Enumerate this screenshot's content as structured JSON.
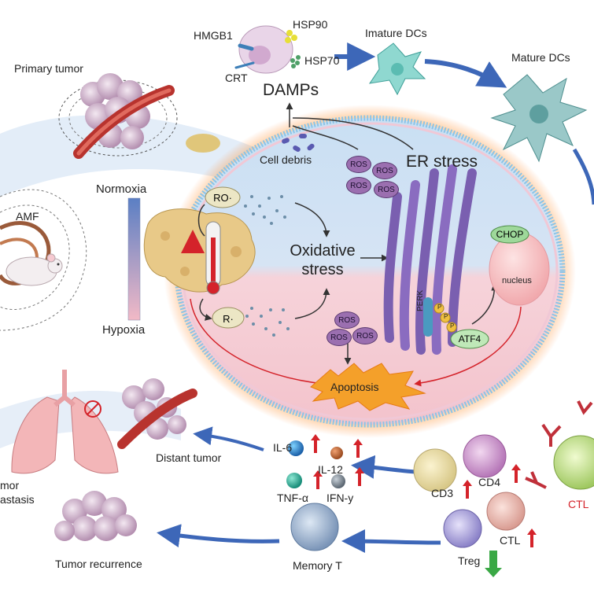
{
  "labels": {
    "primary_tumor": "Primary tumor",
    "amf": "AMF",
    "normoxia": "Normoxia",
    "hypoxia": "Hypoxia",
    "hmgb1": "HMGB1",
    "hsp90": "HSP90",
    "hsp70": "HSP70",
    "crt": "CRT",
    "damps": "DAMPs",
    "cell_debris": "Cell debris",
    "ros": "ROS",
    "er_stress": "ER stress",
    "immature_dcs": "Imature DCs",
    "mature_dcs": "Mature DCs",
    "ro_radical": "RO·",
    "r_radical": "R·",
    "oxidative_stress_line1": "Oxidative",
    "oxidative_stress_line2": "stress",
    "chop": "CHOP",
    "nucleus": "nucleus",
    "perk": "PERK",
    "atf4": "ATF4",
    "p": "P",
    "apoptosis": "Apoptosis",
    "distant_tumor": "Distant tumor",
    "tumor_metastasis_line1": "mor",
    "tumor_metastasis_line2": "astasis",
    "il6": "IL-6",
    "il12": "IL-12",
    "tnfa": "TNF-α",
    "ifny": "IFN-y",
    "cd3": "CD3",
    "cd4": "CD4",
    "ctl": "CTL",
    "ctl_right": "CTL",
    "treg": "Treg",
    "memory_t": "Memory T",
    "tumor_recurrence": "Tumor recurrence"
  },
  "colors": {
    "upregulation_arrow": "#d4232a",
    "downregulation_arrow": "#3aa845",
    "flow_arrow": "#3d67b8",
    "cell_membrane": "#8cc4e6",
    "ros_fill": "#9b6fb0"
  },
  "icons": {
    "thermometer": "thermometer-icon",
    "mouse": "mouse-icon",
    "lungs": "lungs-icon",
    "no_sign": "prohibition-icon"
  }
}
